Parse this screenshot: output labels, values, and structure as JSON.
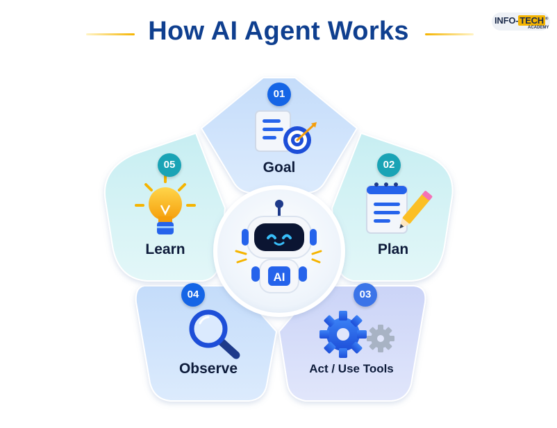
{
  "title": "How AI Agent Works",
  "logo": {
    "brand_left": "INFO-",
    "brand_right": "TECH",
    "registered": "®",
    "sub": "ACADEMY"
  },
  "hub": {
    "label": "AI"
  },
  "steps": [
    {
      "number": "01",
      "label": "Goal",
      "icon": "target-document-icon"
    },
    {
      "number": "02",
      "label": "Plan",
      "icon": "notepad-pencil-icon"
    },
    {
      "number": "03",
      "label": "Act / Use Tools",
      "icon": "gears-icon"
    },
    {
      "number": "04",
      "label": "Observe",
      "icon": "magnifier-icon"
    },
    {
      "number": "05",
      "label": "Learn",
      "icon": "lightbulb-icon"
    }
  ],
  "colors": {
    "title": "#0f3f8f",
    "accent_line": "#f5b400",
    "badge_blue": "#1565e6",
    "badge_teal": "#1aa3b5",
    "panel_blue": "#cfe3fb",
    "panel_teal": "#cff1f3",
    "panel_violet": "#d6dcf8"
  }
}
